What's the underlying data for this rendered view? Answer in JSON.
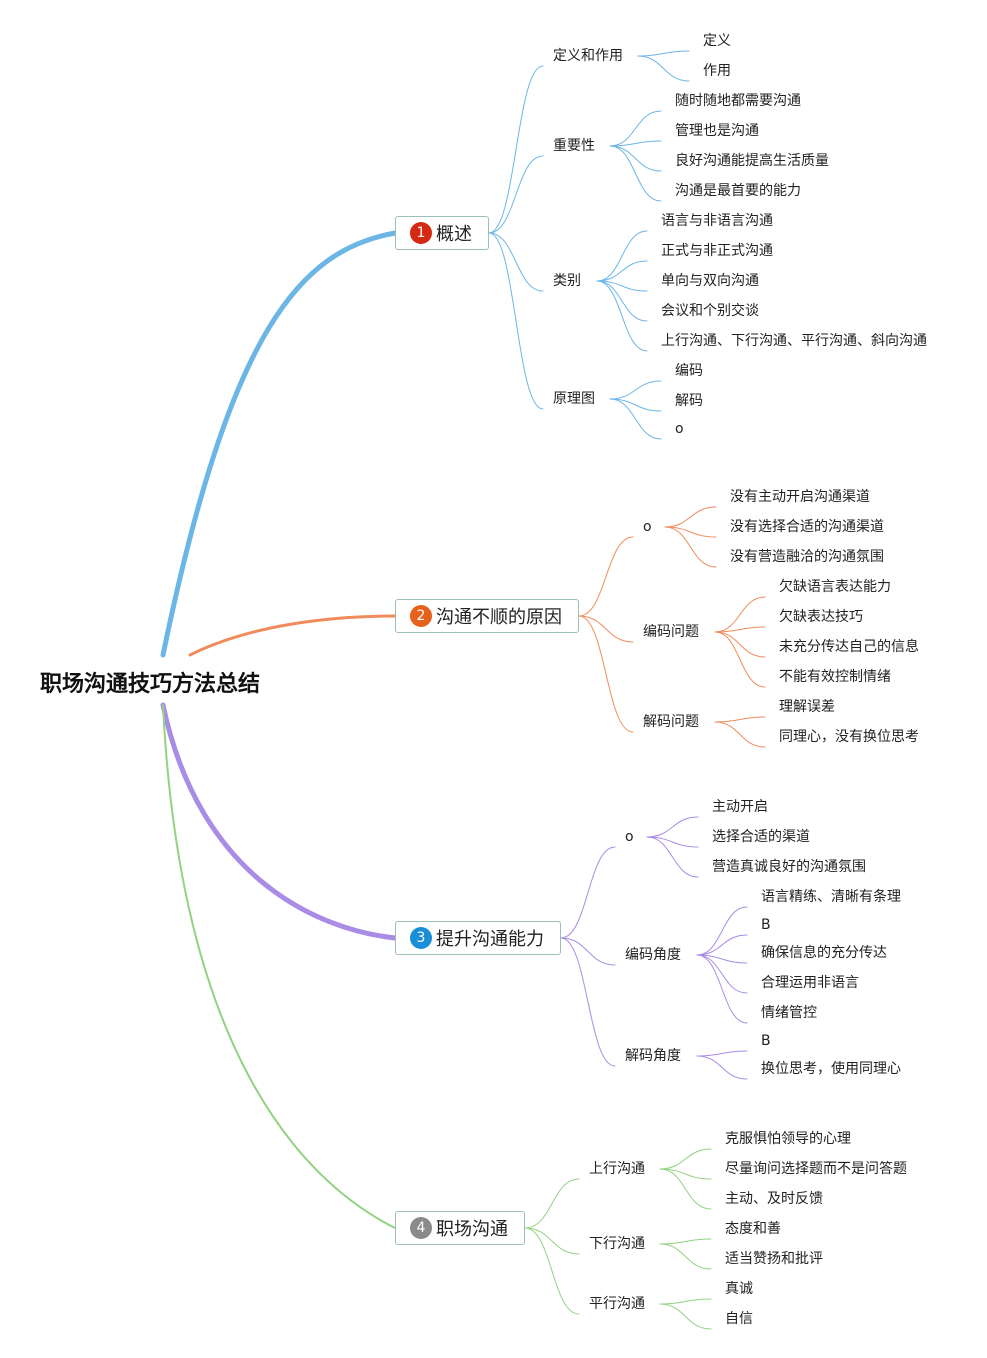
{
  "root": "职场沟通技巧方法总结",
  "branches": [
    {
      "num": "1",
      "label": "概述",
      "color": "#6cb6e6",
      "badge_color": "#d42a12",
      "children": [
        {
          "label": "定义和作用",
          "children": [
            "定义",
            "作用"
          ]
        },
        {
          "label": "重要性",
          "children": [
            "随时随地都需要沟通",
            "管理也是沟通",
            "良好沟通能提高生活质量",
            "沟通是最首要的能力"
          ]
        },
        {
          "label": "类别",
          "children": [
            "语言与非语言沟通",
            "正式与非正式沟通",
            "单向与双向沟通",
            "会议和个别交谈",
            "上行沟通、下行沟通、平行沟通、斜向沟通"
          ]
        },
        {
          "label": "原理图",
          "children": [
            "编码",
            "解码",
            "o"
          ]
        }
      ]
    },
    {
      "num": "2",
      "label": "沟通不顺的原因",
      "color": "#f08c5c",
      "badge_color": "#e6621c",
      "children": [
        {
          "label": "o",
          "children": [
            "没有主动开启沟通渠道",
            "没有选择合适的沟通渠道",
            "没有营造融洽的沟通氛围"
          ]
        },
        {
          "label": "编码问题",
          "children": [
            "欠缺语言表达能力",
            "欠缺表达技巧",
            "未充分传达自己的信息",
            "不能有效控制情绪"
          ]
        },
        {
          "label": "解码问题",
          "children": [
            "理解误差",
            "同理心，没有换位思考"
          ]
        }
      ]
    },
    {
      "num": "3",
      "label": "提升沟通能力",
      "color": "#a98ce6",
      "badge_color": "#1a8fd8",
      "children": [
        {
          "label": "o",
          "children": [
            "主动开启",
            "选择合适的渠道",
            "营造真诚良好的沟通氛围"
          ]
        },
        {
          "label": "编码角度",
          "children": [
            "语言精练、清晰有条理",
            "B",
            "确保信息的充分传达",
            "合理运用非语言",
            "情绪管控"
          ]
        },
        {
          "label": "解码角度",
          "children": [
            "B",
            "换位思考，使用同理心"
          ]
        }
      ]
    },
    {
      "num": "4",
      "label": "职场沟通",
      "color": "#92d282",
      "badge_color": "#8a8a8a",
      "children": [
        {
          "label": "上行沟通",
          "children": [
            "克服惧怕领导的心理",
            "尽量询问选择题而不是问答题",
            "主动、及时反馈"
          ]
        },
        {
          "label": "下行沟通",
          "children": [
            "态度和善",
            "适当赞扬和批评"
          ]
        },
        {
          "label": "平行沟通",
          "children": [
            "真诚",
            "自信"
          ]
        }
      ]
    }
  ]
}
